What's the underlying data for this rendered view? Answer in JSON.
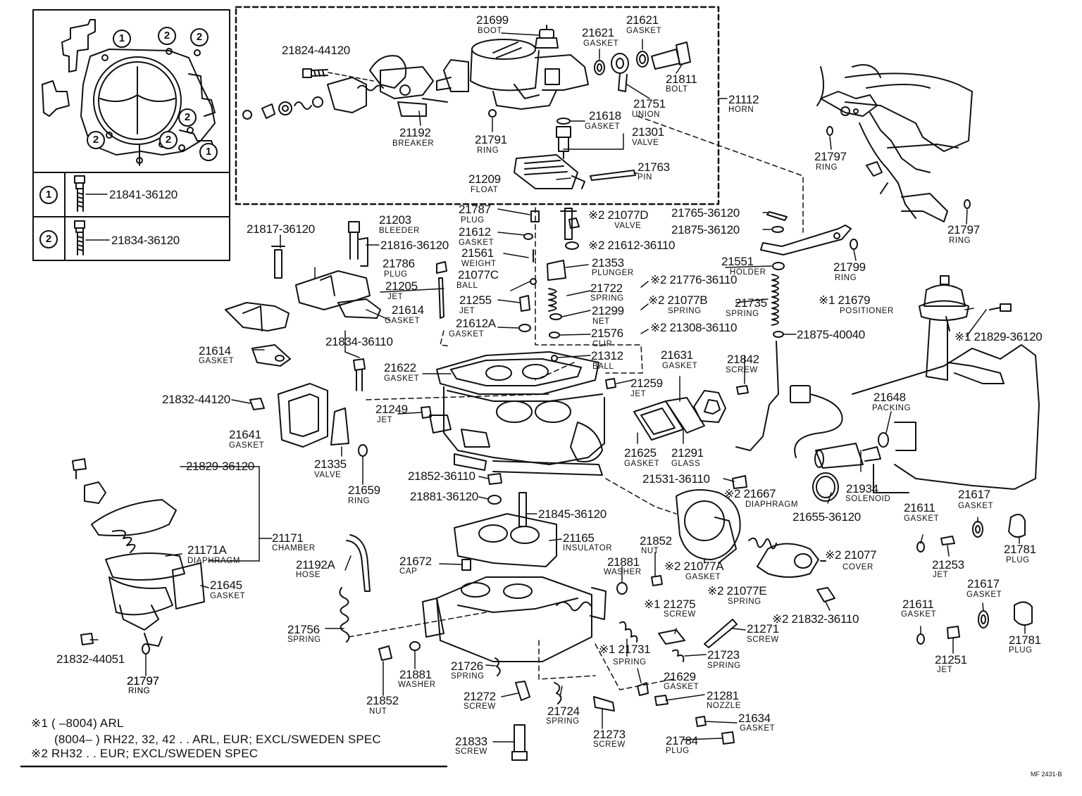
{
  "legend": {
    "circle_1": "1",
    "circle_2": "2",
    "key_1_part": "21841-36120",
    "key_2_part": "21834-36120"
  },
  "labels": [
    {
      "id": "p21699",
      "num": "21699",
      "desc": "BOOT"
    },
    {
      "id": "p21621a",
      "num": "21621",
      "desc": "GASKET"
    },
    {
      "id": "p21621b",
      "num": "21621",
      "desc": "GASKET"
    },
    {
      "id": "p21824",
      "num": "21824-44120",
      "desc": ""
    },
    {
      "id": "p21811",
      "num": "21811",
      "desc": "BOLT"
    },
    {
      "id": "p21751",
      "num": "21751",
      "desc": "UNION"
    },
    {
      "id": "p21112",
      "num": "21112",
      "desc": "HORN"
    },
    {
      "id": "p21618",
      "num": "21618",
      "desc": "GASKET"
    },
    {
      "id": "p21301",
      "num": "21301",
      "desc": "VALVE"
    },
    {
      "id": "p21192",
      "num": "21192",
      "desc": "BREAKER"
    },
    {
      "id": "p21791",
      "num": "21791",
      "desc": "RING"
    },
    {
      "id": "p21209",
      "num": "21209",
      "desc": "FLOAT"
    },
    {
      "id": "p21763",
      "num": "21763",
      "desc": "PIN"
    },
    {
      "id": "p21797a",
      "num": "21797",
      "desc": "RING"
    },
    {
      "id": "p21797b",
      "num": "21797",
      "desc": "RING"
    },
    {
      "id": "p21797c",
      "num": "21797",
      "desc": "RING"
    },
    {
      "id": "p21799",
      "num": "21799",
      "desc": "RING"
    },
    {
      "id": "p21787",
      "num": "21787",
      "desc": "PLUG"
    },
    {
      "id": "p21077D",
      "num": "※2 21077D",
      "desc": "VALVE"
    },
    {
      "id": "p21765",
      "num": "21765-36120",
      "desc": ""
    },
    {
      "id": "p21875a",
      "num": "21875-36120",
      "desc": ""
    },
    {
      "id": "p21203",
      "num": "21203",
      "desc": "BLEEDER"
    },
    {
      "id": "p21612",
      "num": "21612",
      "desc": "GASKET"
    },
    {
      "id": "p21612-36110",
      "num": "※2 21612-36110",
      "desc": ""
    },
    {
      "id": "p21817",
      "num": "21817-36120",
      "desc": ""
    },
    {
      "id": "p21816",
      "num": "21816-36120",
      "desc": ""
    },
    {
      "id": "p21561",
      "num": "21561",
      "desc": "WEIGHT"
    },
    {
      "id": "p21786",
      "num": "21786",
      "desc": "PLUG"
    },
    {
      "id": "p21077C",
      "num": "21077C",
      "desc": "BALL"
    },
    {
      "id": "p21353",
      "num": "21353",
      "desc": "PLUNGER"
    },
    {
      "id": "p21551",
      "num": "21551",
      "desc": "HOLDER"
    },
    {
      "id": "p21776",
      "num": "※2 21776-36110",
      "desc": ""
    },
    {
      "id": "p21205",
      "num": "21205",
      "desc": "JET"
    },
    {
      "id": "p21722",
      "num": "21722",
      "desc": "SPRING"
    },
    {
      "id": "p21077B",
      "num": "※2 21077B",
      "desc": "SPRING"
    },
    {
      "id": "p21735",
      "num": "21735",
      "desc": "SPRING"
    },
    {
      "id": "p21679",
      "num": "※1 21679",
      "desc": "POSITIONER"
    },
    {
      "id": "p21255",
      "num": "21255",
      "desc": "JET"
    },
    {
      "id": "p21299",
      "num": "21299",
      "desc": "NET"
    },
    {
      "id": "p21614a",
      "num": "21614",
      "desc": "GASKET"
    },
    {
      "id": "p21612A",
      "num": "21612A",
      "desc": "GASKET"
    },
    {
      "id": "p21576",
      "num": "21576",
      "desc": "CLIP"
    },
    {
      "id": "p21308",
      "num": "※2 21308-36110",
      "desc": ""
    },
    {
      "id": "p21875b",
      "num": "21875-40040",
      "desc": ""
    },
    {
      "id": "p21829a",
      "num": "※1 21829-36120",
      "desc": ""
    },
    {
      "id": "p21834-36110",
      "num": "21834-36110",
      "desc": ""
    },
    {
      "id": "p21614b",
      "num": "21614",
      "desc": "GASKET"
    },
    {
      "id": "p21312",
      "num": "21312",
      "desc": "BALL"
    },
    {
      "id": "p21631",
      "num": "21631",
      "desc": "GASKET"
    },
    {
      "id": "p21842",
      "num": "21842",
      "desc": "SCREW"
    },
    {
      "id": "p21622",
      "num": "21622",
      "desc": "GASKET"
    },
    {
      "id": "p21259",
      "num": "21259",
      "desc": "JET"
    },
    {
      "id": "p21648",
      "num": "21648",
      "desc": "PACKING"
    },
    {
      "id": "p21832-44120",
      "num": "21832-44120",
      "desc": ""
    },
    {
      "id": "p21249",
      "num": "21249",
      "desc": "JET"
    },
    {
      "id": "p21641",
      "num": "21641",
      "desc": "GASKET"
    },
    {
      "id": "p21625",
      "num": "21625",
      "desc": "GASKET"
    },
    {
      "id": "p21291",
      "num": "21291",
      "desc": "GLASS"
    },
    {
      "id": "p21335",
      "num": "21335",
      "desc": "VALVE"
    },
    {
      "id": "p21829b",
      "num": "21829-36120",
      "desc": ""
    },
    {
      "id": "p21659",
      "num": "21659",
      "desc": "RING"
    },
    {
      "id": "p21852a",
      "num": "21852-36110",
      "desc": ""
    },
    {
      "id": "p21531",
      "num": "21531-36110",
      "desc": ""
    },
    {
      "id": "p21934",
      "num": "21934",
      "desc": "SOLENOID"
    },
    {
      "id": "p21881a",
      "num": "21881-36120",
      "desc": ""
    },
    {
      "id": "p21667",
      "num": "※2 21667",
      "desc": "DIAPHRAGM"
    },
    {
      "id": "p21655",
      "num": "21655-36120",
      "desc": ""
    },
    {
      "id": "p21617a",
      "num": "21617",
      "desc": "GASKET"
    },
    {
      "id": "p21611a",
      "num": "21611",
      "desc": "GASKET"
    },
    {
      "id": "p21845",
      "num": "21845-36120",
      "desc": ""
    },
    {
      "id": "p21171",
      "num": "21171",
      "desc": "CHAMBER"
    },
    {
      "id": "p21165",
      "num": "21165",
      "desc": "INSULATOR"
    },
    {
      "id": "p21852b",
      "num": "21852",
      "desc": "NUT"
    },
    {
      "id": "p21781a",
      "num": "21781",
      "desc": "PLUG"
    },
    {
      "id": "p21253",
      "num": "21253",
      "desc": "JET"
    },
    {
      "id": "p21171A",
      "num": "21171A",
      "desc": "DIAPHRAGM"
    },
    {
      "id": "p21672",
      "num": "21672",
      "desc": "CAP"
    },
    {
      "id": "p21192A",
      "num": "21192A",
      "desc": "HOSE"
    },
    {
      "id": "p21881b",
      "num": "21881",
      "desc": "WASHER"
    },
    {
      "id": "p21077A",
      "num": "※2 21077A",
      "desc": "GASKET"
    },
    {
      "id": "p21077",
      "num": "※2 21077",
      "desc": "COVER"
    },
    {
      "id": "p21645",
      "num": "21645",
      "desc": "GASKET"
    },
    {
      "id": "p21077E",
      "num": "※2 21077E",
      "desc": "SPRING"
    },
    {
      "id": "p21617b",
      "num": "21617",
      "desc": "GASKET"
    },
    {
      "id": "p21611b",
      "num": "21611",
      "desc": "GASKET"
    },
    {
      "id": "p21275",
      "num": "※1 21275",
      "desc": "SCREW"
    },
    {
      "id": "p21832-36110",
      "num": "※2 21832-36110",
      "desc": ""
    },
    {
      "id": "p21271",
      "num": "21271",
      "desc": "SCREW"
    },
    {
      "id": "p21756",
      "num": "21756",
      "desc": "SPRING"
    },
    {
      "id": "p21781b",
      "num": "21781",
      "desc": "PLUG"
    },
    {
      "id": "p21832-44051",
      "num": "21832-44051",
      "desc": ""
    },
    {
      "id": "p21731",
      "num": "※1 21731",
      "desc": "SPRING"
    },
    {
      "id": "p21251",
      "num": "21251",
      "desc": "JET"
    },
    {
      "id": "p21726",
      "num": "21726",
      "desc": "SPRING"
    },
    {
      "id": "p21723",
      "num": "21723",
      "desc": "SPRING"
    },
    {
      "id": "p21881c",
      "num": "21881",
      "desc": "WASHER"
    },
    {
      "id": "p21629",
      "num": "21629",
      "desc": "GASKET"
    },
    {
      "id": "p21797d",
      "num": "21797",
      "desc": "RING"
    },
    {
      "id": "p21272",
      "num": "21272",
      "desc": "SCREW"
    },
    {
      "id": "p21281",
      "num": "21281",
      "desc": "NOZZLE"
    },
    {
      "id": "p21852c",
      "num": "21852",
      "desc": "NUT"
    },
    {
      "id": "p21724",
      "num": "21724",
      "desc": "SPRING"
    },
    {
      "id": "p21273",
      "num": "21273",
      "desc": "SCREW"
    },
    {
      "id": "p21634",
      "num": "21634",
      "desc": "GASKET"
    },
    {
      "id": "p21833",
      "num": "21833",
      "desc": "SCREW"
    },
    {
      "id": "p21784",
      "num": "21784",
      "desc": "PLUG"
    }
  ],
  "notes": {
    "line1": "※1 (      –8004) ARL",
    "line2": "(8004–         ) RH22, 32, 42 . . ARL, EUR; EXCL/SWEDEN SPEC",
    "line3": "※2 RH32 . . EUR; EXCL/SWEDEN  SPEC"
  },
  "footer_code": "MF  2431-B"
}
